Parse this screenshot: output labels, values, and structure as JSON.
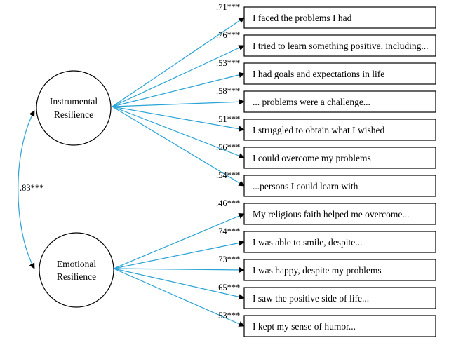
{
  "factors": [
    {
      "id": "instrumental",
      "line1": "Instrumental",
      "line2": "Resilience"
    },
    {
      "id": "emotional",
      "line1": "Emotional",
      "line2": "Resilience"
    }
  ],
  "correlation": ".83***",
  "items": [
    {
      "factor": "instrumental",
      "label": "I faced the problems I had",
      "loading": ".71***"
    },
    {
      "factor": "instrumental",
      "label": "I tried to learn something positive, including...",
      "loading": ".76***"
    },
    {
      "factor": "instrumental",
      "label": "I had goals and expectations in life",
      "loading": ".53***"
    },
    {
      "factor": "instrumental",
      "label": "... problems were a challenge...",
      "loading": ".58***"
    },
    {
      "factor": "instrumental",
      "label": "I struggled to obtain what I wished",
      "loading": ".51***"
    },
    {
      "factor": "instrumental",
      "label": "I could overcome my problems",
      "loading": ".56***"
    },
    {
      "factor": "instrumental",
      "label": "...persons I could learn with",
      "loading": ".54***"
    },
    {
      "factor": "emotional",
      "label": "My religious faith helped me overcome...",
      "loading": ".46***"
    },
    {
      "factor": "emotional",
      "label": "I was able to smile, despite...",
      "loading": ".74***"
    },
    {
      "factor": "emotional",
      "label": "I was happy, despite my problems",
      "loading": ".73***"
    },
    {
      "factor": "emotional",
      "label": "I saw the positive side of life...",
      "loading": ".65***"
    },
    {
      "factor": "emotional",
      "label": "I kept my sense of humor...",
      "loading": ".53***"
    }
  ],
  "colors": {
    "path": "#29a3d6",
    "outline": "#000000"
  }
}
